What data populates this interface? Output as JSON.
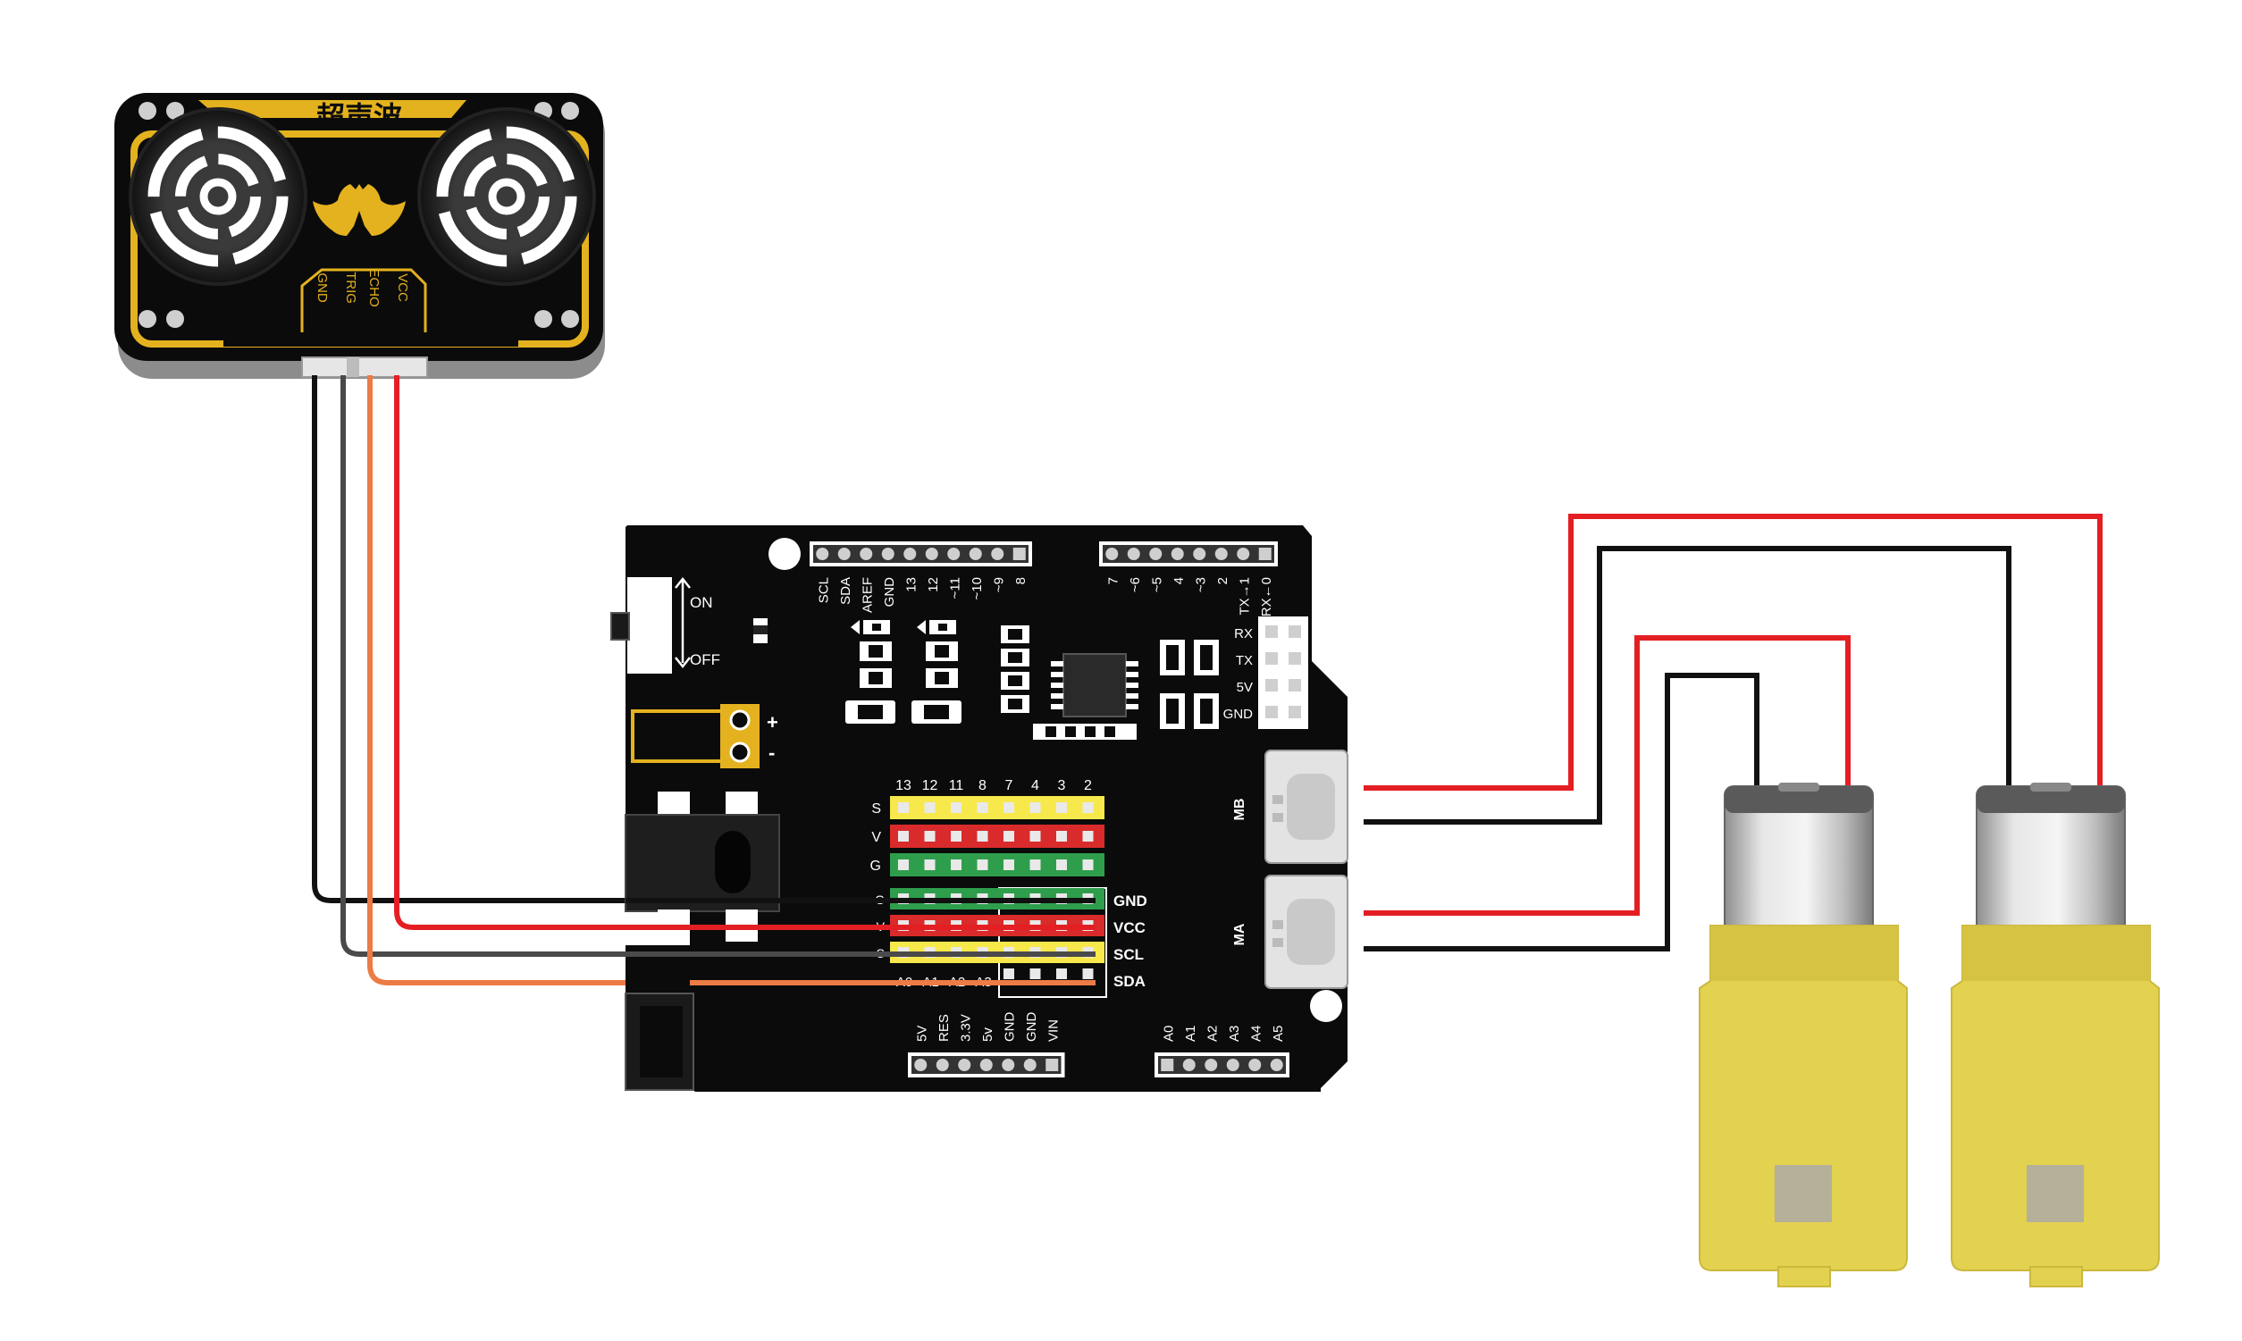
{
  "colors": {
    "board": "#0b0b0b",
    "sensor_gold": "#e4b21e",
    "wire_red": "#e41f24",
    "wire_black": "#111111",
    "wire_orange": "#ec7b45",
    "wire_gray": "#4a4a4a",
    "pin_yellow": "#f7e94b",
    "pin_red": "#d92b2b",
    "pin_green": "#2e9e4c",
    "motor_yellow": "#e3d150"
  },
  "sensor": {
    "title": "超声波",
    "pins": [
      "GND",
      "TRIG",
      "ECHO",
      "VCC"
    ]
  },
  "board": {
    "switch": {
      "on": "ON",
      "off": "OFF"
    },
    "power_jack": {
      "plus": "+",
      "minus": "-"
    },
    "top_header_left": [
      "SCL",
      "SDA",
      "AREF",
      "GND",
      "13",
      "12",
      "~11",
      "~10",
      "~9",
      "8"
    ],
    "top_header_right": [
      "7",
      "~6",
      "~5",
      "4",
      "~3",
      "2",
      "TX→1",
      "RX←0"
    ],
    "serial_labels": [
      "RX",
      "TX",
      "5V",
      "GND"
    ],
    "digital_numbers": [
      "13",
      "12",
      "11",
      "8",
      "7",
      "4",
      "3",
      "2"
    ],
    "row_labels": [
      "S",
      "V",
      "G"
    ],
    "lower_row_letters": [
      "G",
      "V",
      "S"
    ],
    "analog_row": [
      "A0",
      "A1",
      "A2",
      "A3"
    ],
    "i2c_labels": [
      "GND",
      "VCC",
      "SCL",
      "SDA"
    ],
    "motor_ports": [
      "MB",
      "MA"
    ],
    "bottom_header_left": [
      "5V",
      "RES",
      "3.3V",
      "5v",
      "GND",
      "GND",
      "VIN"
    ],
    "bottom_header_right": [
      "A0",
      "A1",
      "A2",
      "A3",
      "A4",
      "A5"
    ]
  }
}
